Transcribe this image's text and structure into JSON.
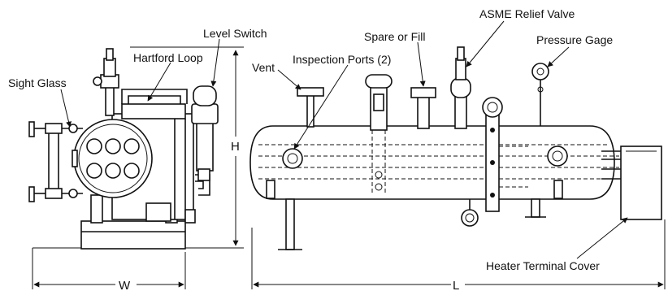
{
  "labels": {
    "sight_glass": "Sight Glass",
    "hartford_loop": "Hartford Loop",
    "level_switch": "Level Switch",
    "vent": "Vent",
    "inspection_ports": "Inspection Ports (2)",
    "spare_or_fill": "Spare or Fill",
    "asme_relief_valve": "ASME Relief Valve",
    "pressure_gage": "Pressure Gage",
    "heater_terminal_cover": "Heater Terminal Cover"
  },
  "dimensions": {
    "height": "H",
    "width": "W",
    "length": "L"
  }
}
